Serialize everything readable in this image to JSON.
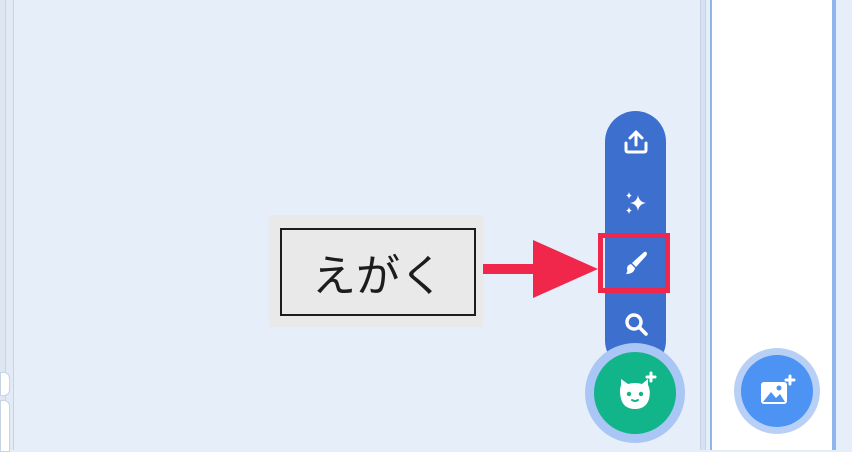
{
  "callout": {
    "label": "えがく"
  },
  "sprite_menu": {
    "items": [
      {
        "name": "upload-sprite",
        "icon": "upload-icon"
      },
      {
        "name": "surprise-sprite",
        "icon": "sparkles-icon"
      },
      {
        "name": "paint-sprite",
        "icon": "paintbrush-icon",
        "highlighted": true
      },
      {
        "name": "choose-sprite",
        "icon": "search-icon"
      }
    ],
    "main_button_icon": "cat-plus-icon"
  },
  "stage": {
    "backdrop_button_icon": "image-plus-icon"
  },
  "colors": {
    "menu": "#3d6fcf",
    "sprite_button": "#12b489",
    "stage_button": "#4c93f3",
    "highlight": "#f0264b",
    "background": "#e6eefa"
  }
}
